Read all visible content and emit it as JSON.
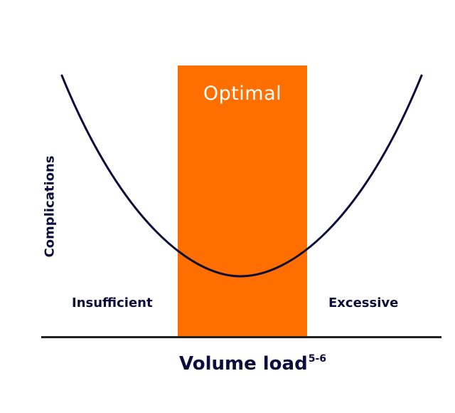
{
  "colors": {
    "optimal_band": "#ff6e00",
    "curve": "#0d0d3d",
    "text_dark": "#0d0d3d",
    "axis": "#222222",
    "optimal_text": "#ffffff"
  },
  "labels": {
    "optimal": "Optimal",
    "insufficient": "Insufficient",
    "excessive": "Excessive",
    "x_axis": "Volume load",
    "x_axis_superscript": "5-6",
    "y_axis": "Complications"
  },
  "chart_data": {
    "type": "line",
    "title": "",
    "xlabel": "Volume load (refs 5-6)",
    "ylabel": "Complications",
    "description": "U-shaped curve: complications are high with insufficient and excessive volume load, lowest in the optimal range",
    "zones": [
      {
        "name": "Insufficient",
        "x_range": [
          0.0,
          0.34
        ]
      },
      {
        "name": "Optimal",
        "x_range": [
          0.34,
          0.66
        ],
        "highlighted": true
      },
      {
        "name": "Excessive",
        "x_range": [
          0.66,
          1.0
        ]
      }
    ],
    "series": [
      {
        "name": "Complications",
        "x": [
          0.0,
          0.1,
          0.2,
          0.3,
          0.4,
          0.5,
          0.6,
          0.7,
          0.8,
          0.9,
          1.0
        ],
        "y": [
          1.0,
          0.66,
          0.37,
          0.16,
          0.04,
          0.0,
          0.04,
          0.16,
          0.37,
          0.66,
          1.0
        ]
      }
    ],
    "axis_ticks": false,
    "grid": false,
    "legend": "none"
  }
}
